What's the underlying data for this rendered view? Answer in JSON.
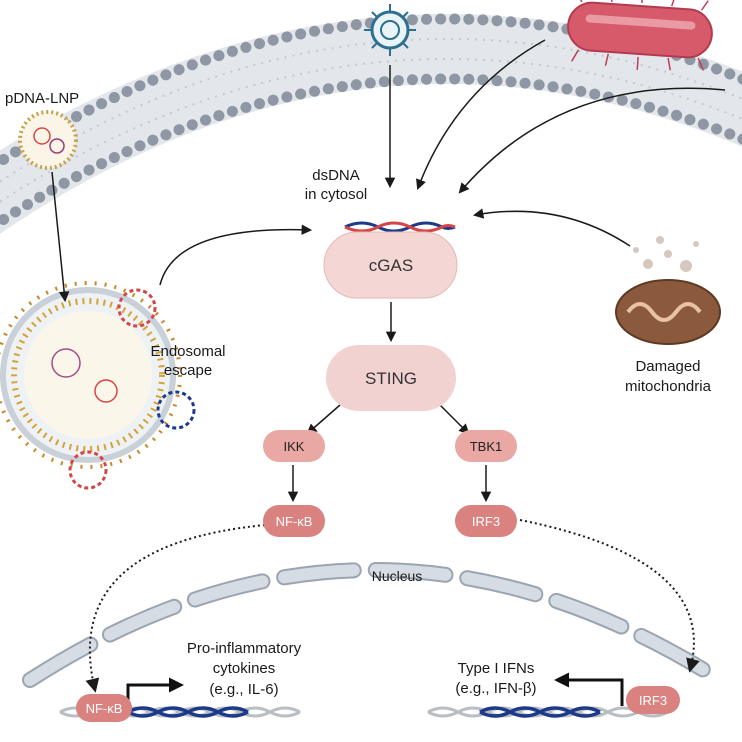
{
  "labels": {
    "pdna_lnp": "pDNA-LNP",
    "dsdna_line1": "dsDNA",
    "dsdna_line2": "in cytosol",
    "endosomal_line1": "Endosomal",
    "endosomal_line2": "escape",
    "damaged_line1": "Damaged",
    "damaged_line2": "mitochondria",
    "nucleus": "Nucleus",
    "proinflam_line1": "Pro-inflammatory",
    "proinflam_line2": "cytokines",
    "proinflam_line3": "(e.g., IL-6)",
    "type1_line1": "Type I IFNs",
    "type1_line2": "(e.g., IFN-β)"
  },
  "nodes": {
    "cgas": "cGAS",
    "sting": "STING",
    "ikk": "IKK",
    "tbk1": "TBK1",
    "nfkb": "NF-κB",
    "irf3": "IRF3",
    "nfkb_gene": "NF-κB",
    "irf3_gene": "IRF3"
  },
  "colors": {
    "membrane_head": "#8e97a3",
    "membrane_tail": "#c4cad1",
    "node_large": "#f4d7d5",
    "node_small": "#d9827f",
    "nucleus_envelope": "#c8d0d8",
    "dna_blue": "#1d3a8a",
    "dna_red": "#d64545",
    "dna_grey": "#b9bec4",
    "bacterium": "#d65a6a",
    "mitochondria": "#8b5a3c"
  }
}
